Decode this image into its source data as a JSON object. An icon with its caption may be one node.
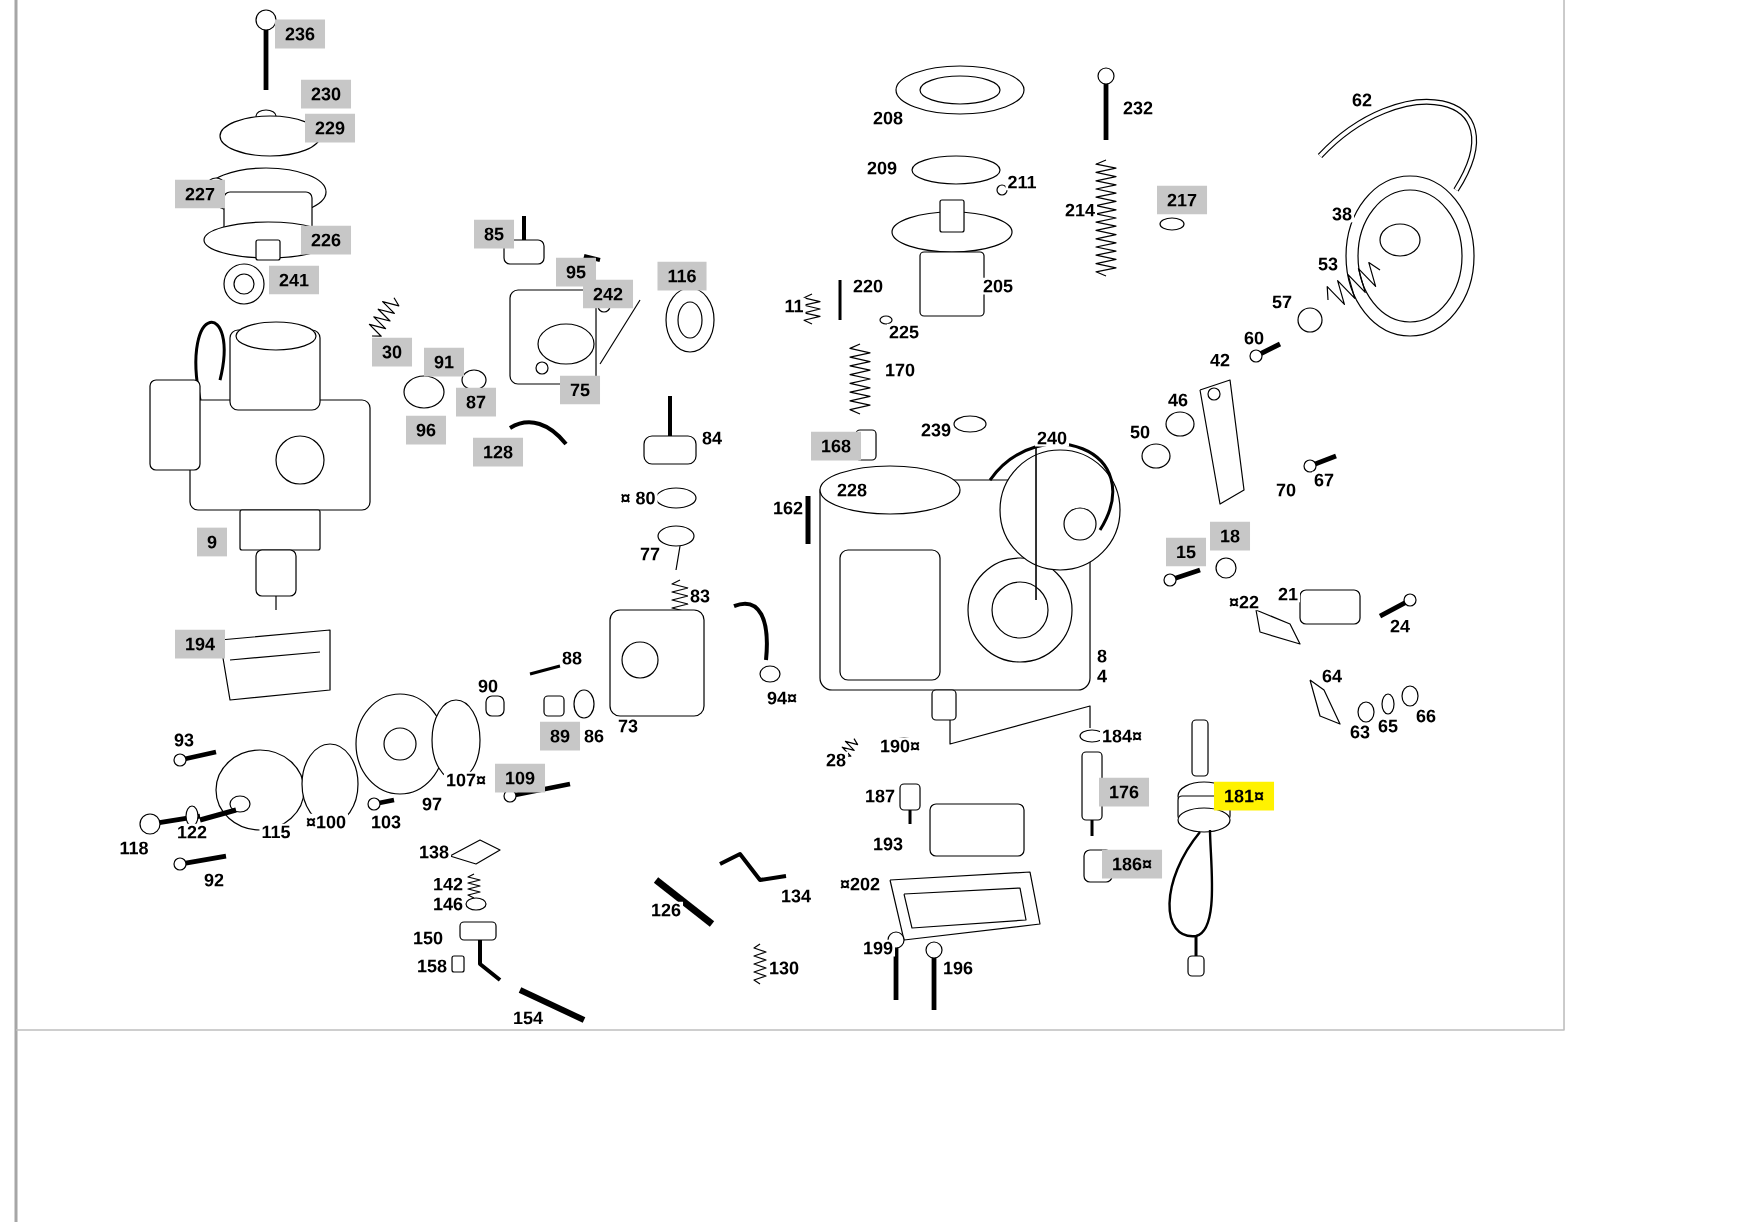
{
  "diagram": {
    "labels": [
      "236",
      "62",
      "230",
      "232",
      "208",
      "229",
      "209",
      "211",
      "227",
      "217",
      "214",
      "38",
      "85",
      "226",
      "53",
      "95",
      "116",
      "241",
      "220",
      "205",
      "242",
      "57",
      "11",
      "225",
      "60",
      "30",
      "42",
      "91",
      "170",
      "75",
      "46",
      "87",
      "96",
      "239",
      "50",
      "84",
      "240",
      "168",
      "128",
      "67",
      "228",
      "70",
      "¤ 80",
      "162",
      "18",
      "9",
      "15",
      "77",
      "21",
      "83",
      "¤22",
      "24",
      "194",
      "8",
      "88",
      "4",
      "64",
      "90",
      "94¤",
      "66",
      "73",
      "65",
      "63",
      "89",
      "86",
      "184¤",
      "93",
      "190¤",
      "28",
      "109",
      "107¤",
      "176",
      "181¤",
      "187",
      "97",
      "¤100",
      "103",
      "115",
      "122",
      "193",
      "118",
      "138",
      "186¤",
      "92",
      "142",
      "¤202",
      "134",
      "146",
      "126",
      "150",
      "199",
      "158",
      "130",
      "196",
      "154"
    ]
  }
}
